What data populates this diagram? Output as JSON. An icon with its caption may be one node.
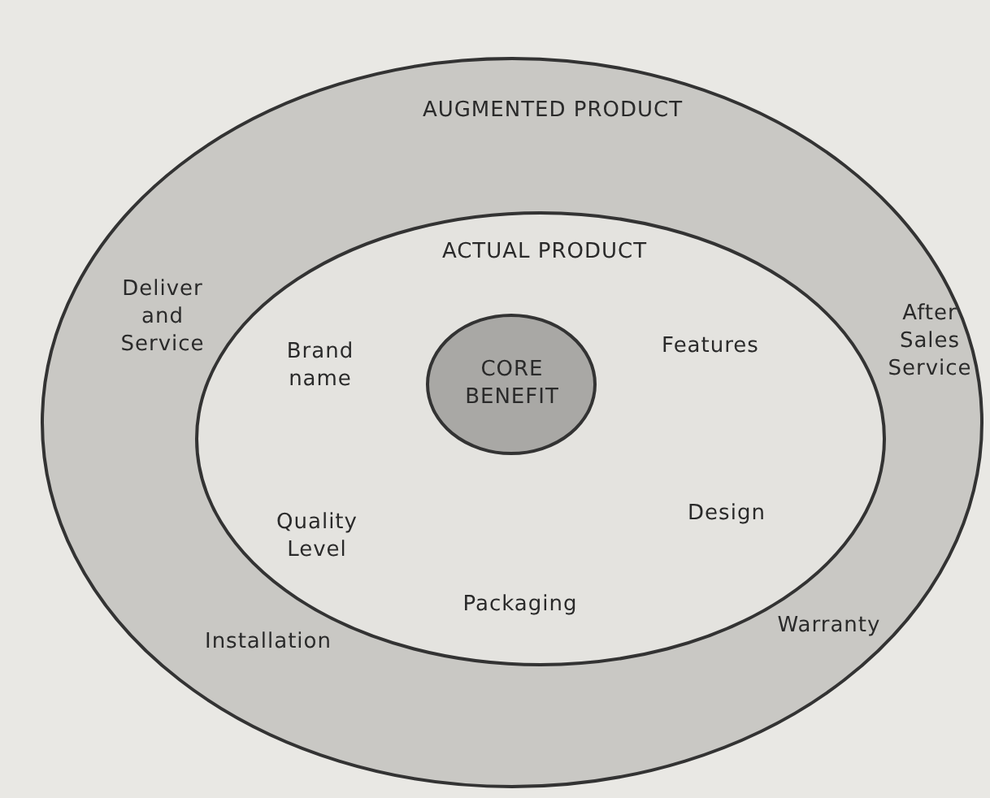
{
  "diagram": {
    "nodes": [
      {
        "text": [
          "AUGMENTED PRODUCT",
          "Deliver and Service",
          "After Sales Service",
          "Installation",
          "Warranty"
        ]
      },
      {
        "text": [
          "ACTUAL PRODUCT",
          "Brand name",
          "Features",
          "Quality Level",
          "Design",
          "Packaging"
        ],
        "in": 0
      },
      {
        "text": [
          "CORE BENEFIT"
        ],
        "in": 1
      }
    ]
  }
}
